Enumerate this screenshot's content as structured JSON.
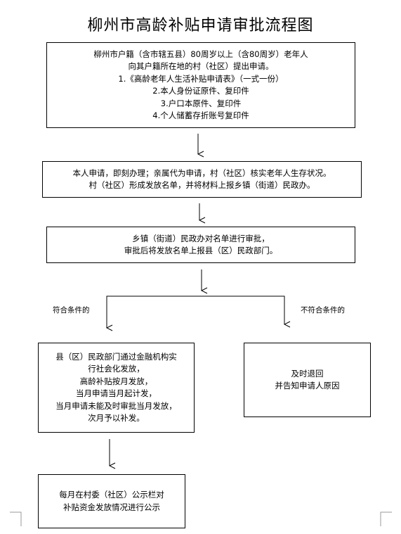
{
  "title": "柳州市高龄补贴申请审批流程图",
  "steps": {
    "apply": {
      "lines": [
        "柳州市户籍（含市辖五县）80周岁以上（含80周岁）老年人",
        "向其户籍所在地的村（社区）提出申请。",
        "1.《高龄老年人生活补贴申请表》（一式一份）",
        "2.本人身份证原件、复印件",
        "3.户口本原件、复印件",
        "4.个人储蓄存折账号复印件"
      ]
    },
    "village": {
      "lines": [
        "本人申请，即刻办理；亲属代为申请，村（社区）核实老年人生存状况。",
        "村（社区）形成发放名单，并将材料上报乡镇（街道）民政办。"
      ]
    },
    "township": {
      "lines": [
        "乡镇（街道）民政办对名单进行审批，",
        "审批后将发放名单上报县（区）民政部门。"
      ]
    },
    "county": {
      "lines": [
        "县（区）民政部门通过金融机构实",
        "行社会化发放，",
        "高龄补贴按月发放，",
        "当月申请当月起计发，",
        "当月申请未能及时审批当月发放，",
        "次月予以补发。"
      ]
    },
    "reject": {
      "lines": [
        "及时退回",
        "并告知申请人原因"
      ]
    },
    "publicize": {
      "lines": [
        "每月在村委（社区）公示栏对",
        "补贴资金发放情况进行公示"
      ]
    }
  },
  "conditions": {
    "eligible": "符合条件的",
    "ineligible": "不符合条件的"
  }
}
